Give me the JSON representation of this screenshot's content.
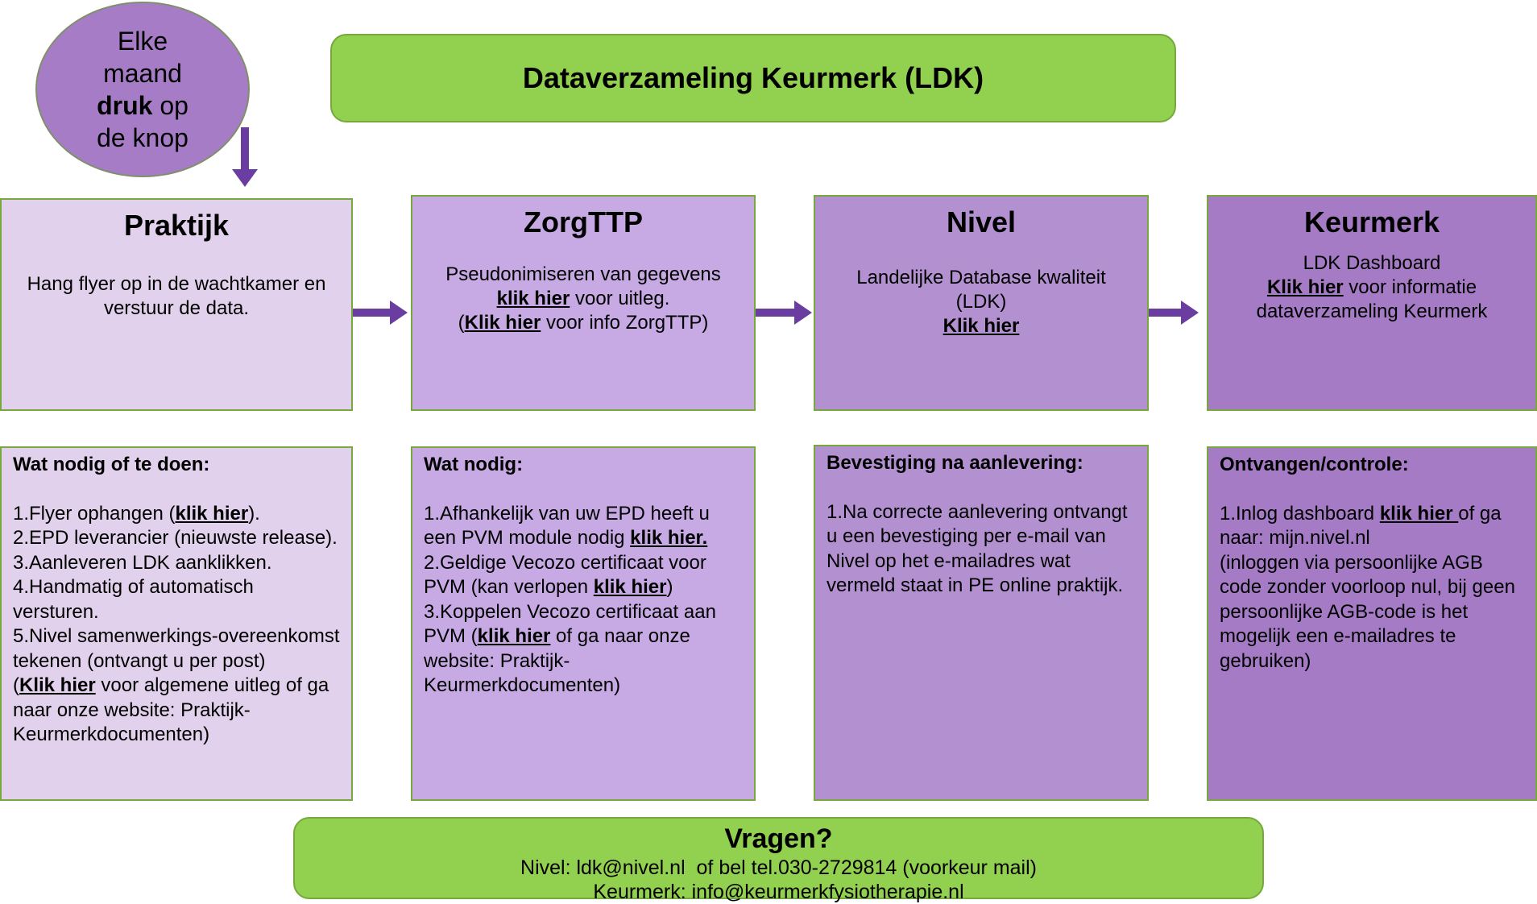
{
  "circle": {
    "line1": "Elke",
    "line2": "maand",
    "line3_bold": "druk",
    "line3_rest": " op",
    "line4": "de knop"
  },
  "title": "Dataverzameling Keurmerk (LDK)",
  "colors": {
    "green": "#92d050",
    "circle_purple": "#a77cc7",
    "col1": "#e2d1ec",
    "col2": "#c7a9e3",
    "col3": "#b390d0",
    "col4": "#a47bc4",
    "arrow": "#6a3ea0"
  },
  "columns": [
    {
      "heading": "Praktijk",
      "body": "Hang flyer op in de wachtkamer en verstuur de data."
    },
    {
      "heading": "ZorgTTP",
      "line1": "Pseudonimiseren van gegevens",
      "link1": "klik hier",
      "after1": " voor uitleg.",
      "open": "(",
      "link2": "Klik hier",
      "after2": " voor info ZorgTTP)"
    },
    {
      "heading": "Nivel",
      "line1": "Landelijke Database kwaliteit",
      "line2": "(LDK)",
      "link": "Klik hier"
    },
    {
      "heading": "Keurmerk",
      "line1": "LDK Dashboard",
      "link": "Klik hier",
      "after": " voor informatie dataverzameling Keurmerk"
    }
  ],
  "details": [
    {
      "heading": "Wat nodig of te doen:",
      "i1_pre": "1.Flyer ophangen (",
      "i1_link": "klik hier",
      "i1_post": ").",
      "i2": "2.EPD leverancier (nieuwste release).",
      "i3": "3.Aanleveren LDK aanklikken.",
      "i4": "4.Handmatig of automatisch versturen.",
      "i5": "5.Nivel samenwerkings-overeenkomst tekenen (ontvangt u per post)",
      "i6_pre": "(",
      "i6_link": "Klik hier",
      "i6_post": " voor algemene uitleg of ga naar onze website: Praktijk-Keurmerkdocumenten)"
    },
    {
      "heading": "Wat nodig:",
      "i1_pre": "1.Afhankelijk van uw EPD heeft u een PVM module nodig ",
      "i1_link": "klik hier.",
      "i2_pre": "2.Geldige Vecozo certificaat voor PVM (kan verlopen ",
      "i2_link": "klik hier",
      "i2_post": ")",
      "i3_pre": "3.Koppelen Vecozo certificaat aan PVM (",
      "i3_link": "klik hier",
      "i3_post": " of ga naar onze website: Praktijk-Keurmerkdocumenten)"
    },
    {
      "heading": "Bevestiging na aanlevering:",
      "i1": "1.Na correcte aanlevering ontvangt u een bevestiging per e-mail van Nivel op het e-mailadres wat vermeld staat in PE online praktijk."
    },
    {
      "heading": "Ontvangen/controle:",
      "i1_pre": "1.Inlog dashboard ",
      "i1_link": "klik hier ",
      "i1_post": "of ga naar: mijn.nivel.nl",
      "i2": "(inloggen via persoonlijke AGB code zonder voorloop nul, bij geen persoonlijke AGB-code is het mogelijk een e-mailadres te gebruiken)"
    }
  ],
  "vragen": {
    "heading": "Vragen?",
    "line1": "Nivel: ldk@nivel.nl  of bel tel.030-2729814 (voorkeur mail)",
    "line2": "Keurmerk: info@keurmerkfysiotherapie.nl"
  }
}
